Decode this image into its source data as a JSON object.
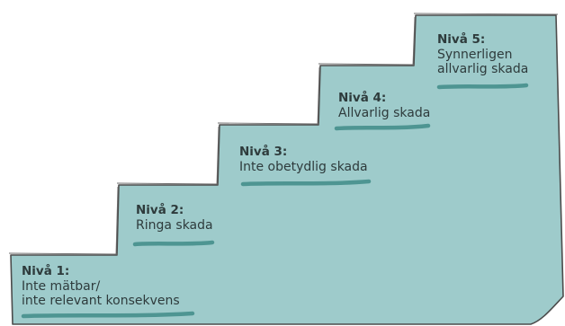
{
  "colors": {
    "step_fill": "#9ecbcb",
    "outline": "#4c4c4c",
    "underline": "#4e9592",
    "text": "#2e3b3c"
  },
  "steps": [
    {
      "title": "Nivå 1:",
      "lines": [
        "Inte mätbar/",
        "inte relevant konsekvens"
      ]
    },
    {
      "title": "Nivå 2:",
      "lines": [
        "Ringa skada"
      ]
    },
    {
      "title": "Nivå 3:",
      "lines": [
        "Inte obetydlig skada"
      ]
    },
    {
      "title": "Nivå 4:",
      "lines": [
        "Allvarlig skada"
      ]
    },
    {
      "title": "Nivå 5:",
      "lines": [
        "Synnerligen",
        "allvarlig skada"
      ]
    }
  ]
}
